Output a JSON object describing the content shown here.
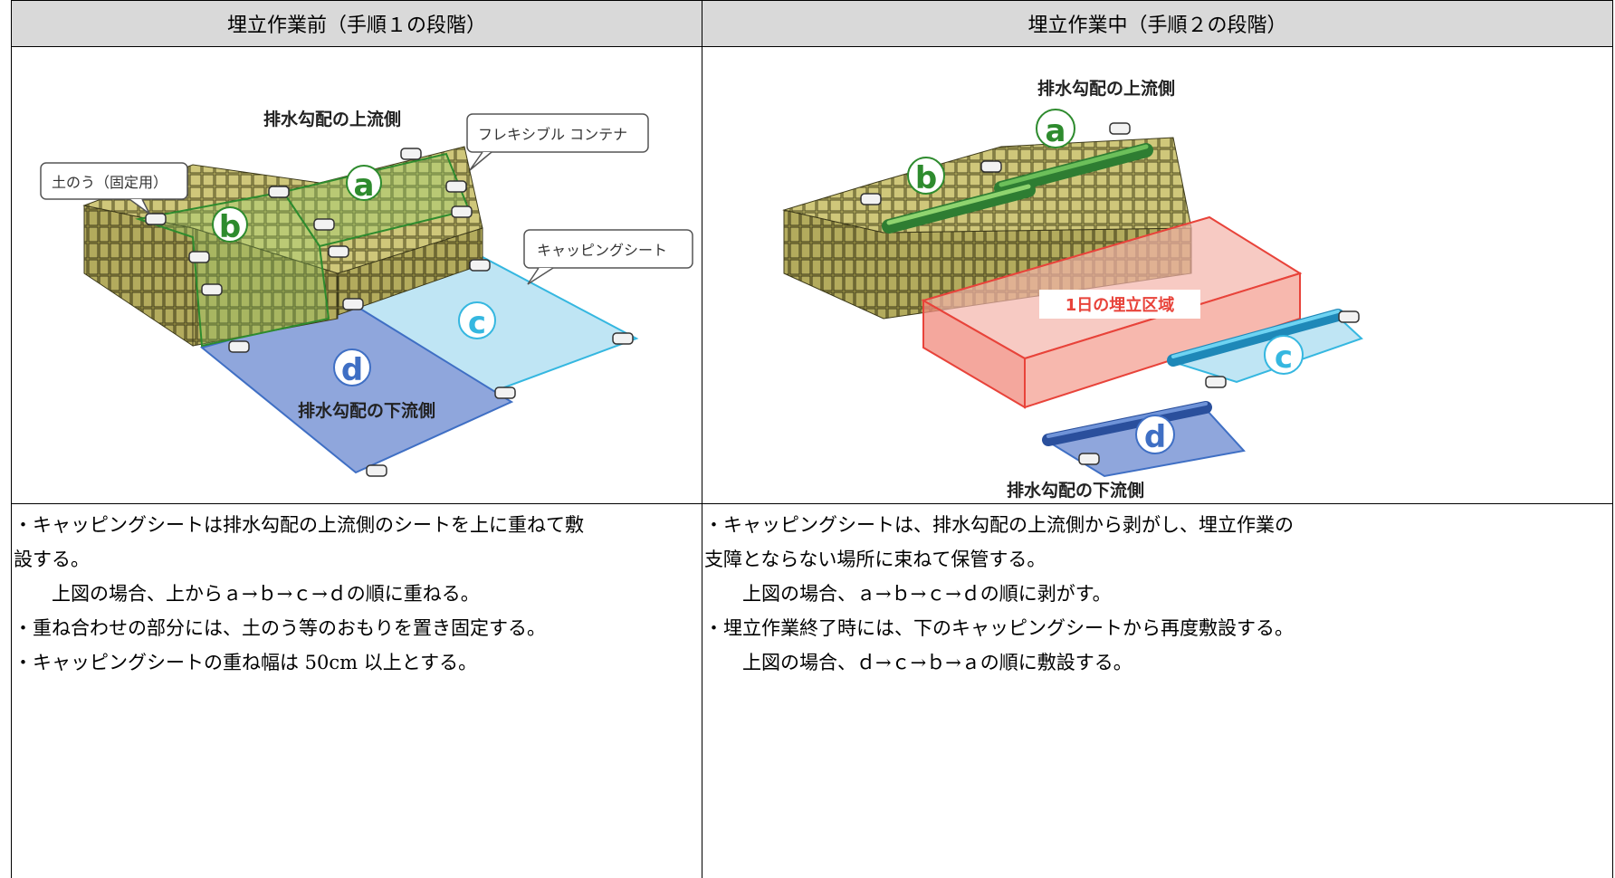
{
  "headers": {
    "left": "埋立作業前（手順１の段階）",
    "right": "埋立作業中（手順２の段階）"
  },
  "left_figure": {
    "upstream_label": "排水勾配の上流側",
    "downstream_label": "排水勾配の下流側",
    "container_callout": "フレキシブル コンテナ",
    "sandbag_callout": "土のう（固定用）",
    "sheet_callout": "キャッピングシート",
    "letters": {
      "a": "a",
      "b": "b",
      "c": "c",
      "d": "d"
    }
  },
  "right_figure": {
    "upstream_label": "排水勾配の上流側",
    "downstream_label": "排水勾配の下流側",
    "zone_label": "1日の埋立区域",
    "letters": {
      "a": "a",
      "b": "b",
      "c": "c",
      "d": "d"
    }
  },
  "left_text": [
    "・キャッピングシートは排水勾配の上流側のシートを上に重ねて敷",
    "設する。",
    "上図の場合、上からａ→ｂ→ｃ→ｄの順に重ねる。",
    "・重ね合わせの部分には、土のう等のおもりを置き固定する。",
    "・キャッピングシートの重ね幅は 50cm 以上とする。"
  ],
  "right_text": [
    "・キャッピングシートは、排水勾配の上流側から剥がし、埋立作業の",
    "支障とならない場所に束ねて保管する。",
    "上図の場合、ａ→ｂ→ｃ→ｄの順に剥がす。",
    "・埋立作業終了時には、下のキャッピングシートから再度敷設する。",
    "上図の場合、ｄ→ｃ→ｂ→ａの順に敷設する。"
  ],
  "colors": {
    "header_bg": "#d9d9d9",
    "sheet_a_b": "#2e8b2e",
    "sheet_c": "#35b7e0",
    "sheet_d": "#3f6fc4",
    "zone_red": "#e8433a",
    "bag": "#b9b262"
  }
}
